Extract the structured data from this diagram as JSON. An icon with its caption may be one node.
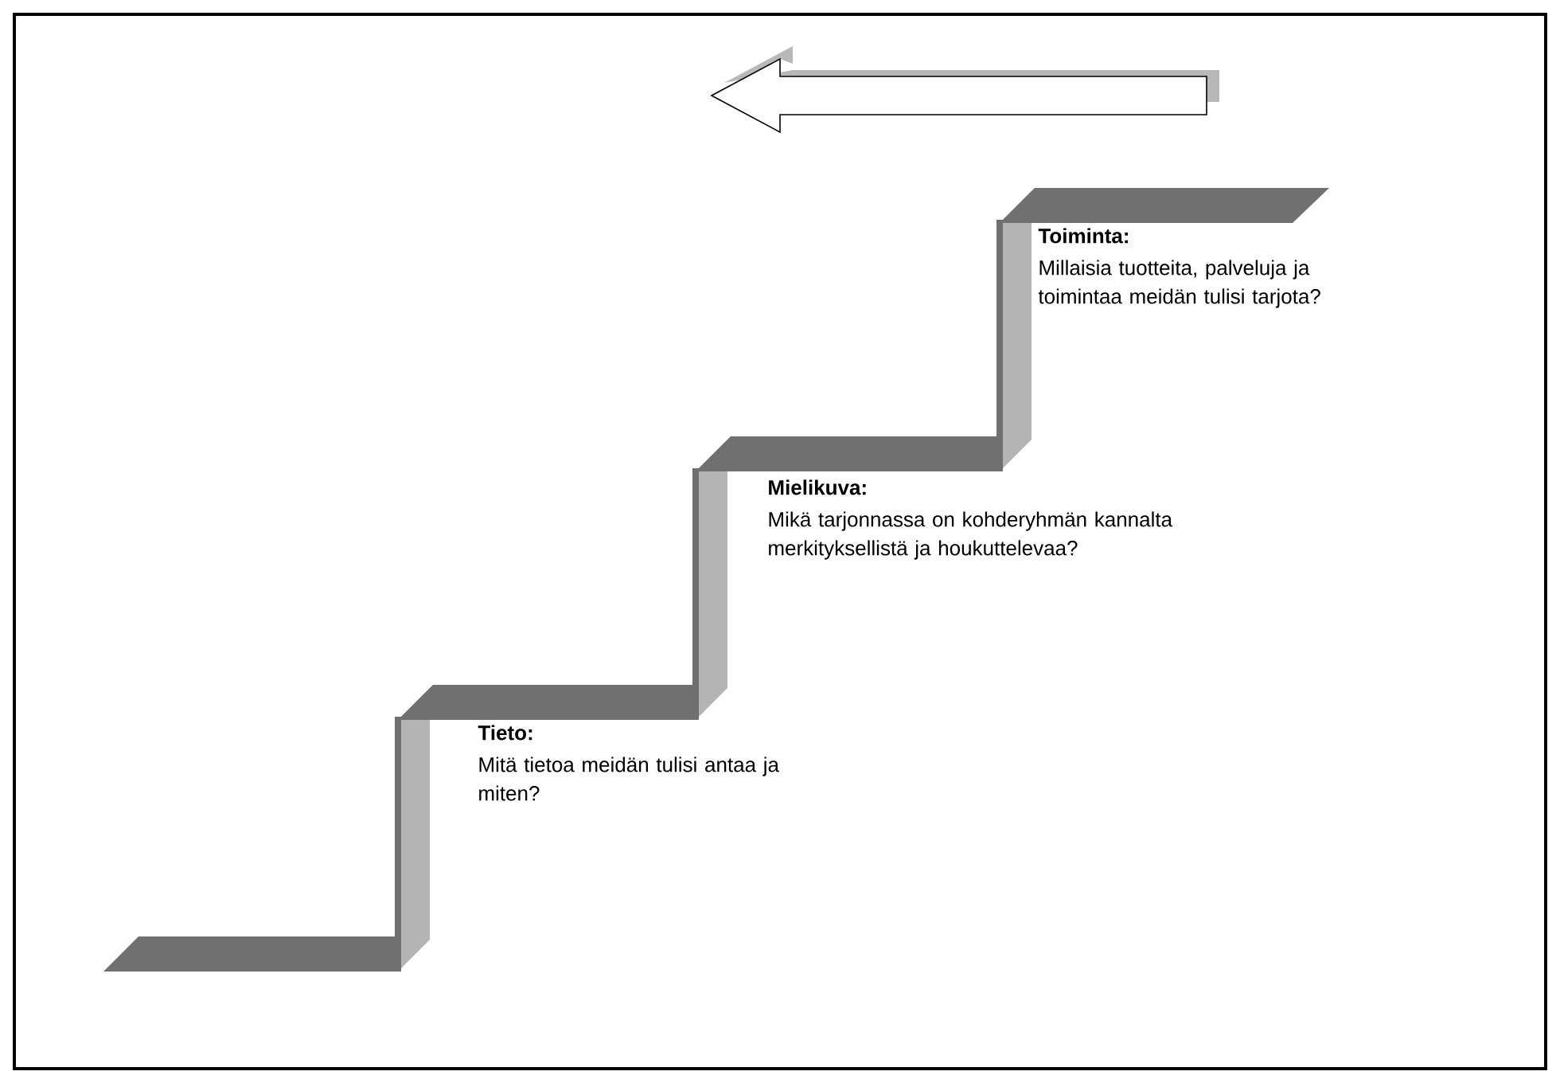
{
  "diagram": {
    "labels": [
      "Toiminta:",
      "Millaisia tuotteita, palveluja ja toimintaa meidän tulisi tarjota?",
      "Mielikuva:",
      "Mikä tarjonnassa on kohderyhmän kannalta merkityksellistä ja houkuttelevaa?",
      "Tieto:",
      "Mitä tietoa meidän tulisi antaa ja miten?"
    ]
  }
}
